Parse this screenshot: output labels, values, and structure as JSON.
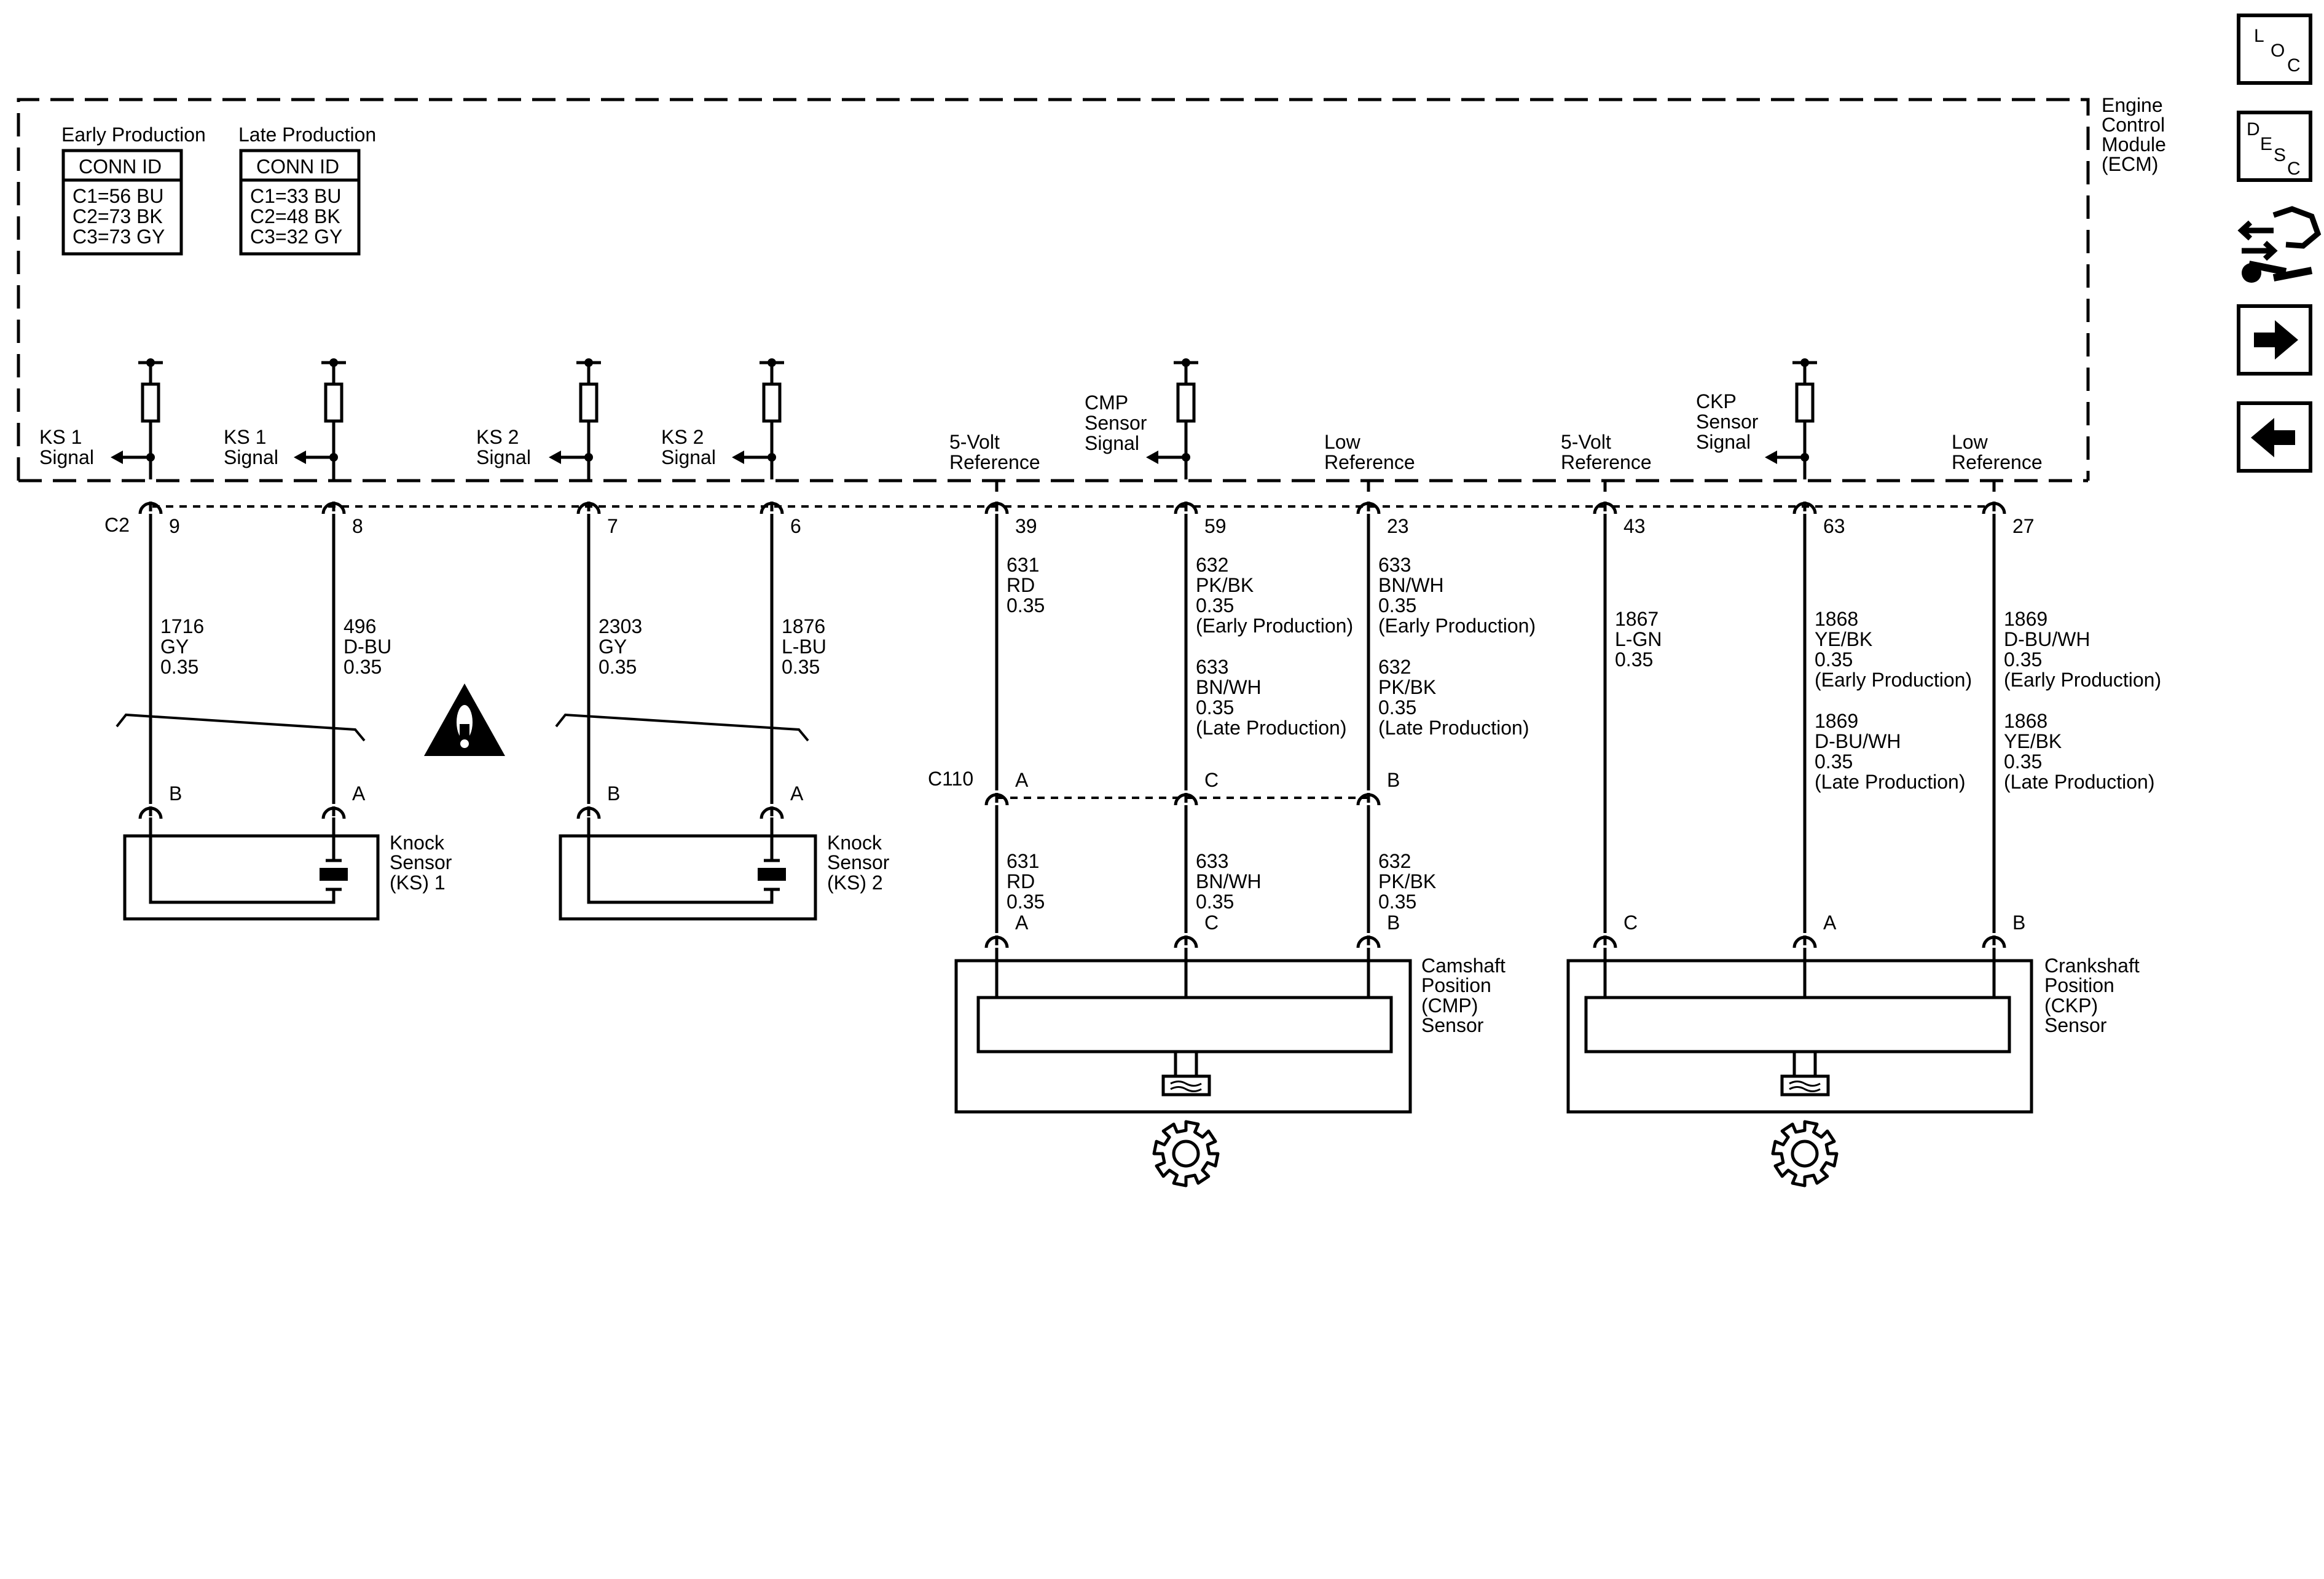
{
  "module": {
    "label_lines": [
      "Engine",
      "Control",
      "Module",
      "(ECM)"
    ]
  },
  "conn_tables": [
    {
      "title": "Early Production",
      "header": "CONN ID",
      "rows": [
        "C1=56 BU",
        "C2=73 BK",
        "C3=73 GY"
      ]
    },
    {
      "title": "Late Production",
      "header": "CONN ID",
      "rows": [
        "C1=33 BU",
        "C2=48 BK",
        "C3=32 GY"
      ]
    }
  ],
  "ecm_connector": "C2",
  "inline_connector": "C110",
  "circuits": [
    {
      "id": "ks1-signal-b",
      "signal_lines": [
        "KS 1",
        "Signal"
      ],
      "pin": "9",
      "wire_lines": [
        "1716",
        "GY",
        "0.35"
      ],
      "term": "B",
      "fuse": true
    },
    {
      "id": "ks1-signal-a",
      "signal_lines": [
        "KS 1",
        "Signal"
      ],
      "pin": "8",
      "wire_lines": [
        "496",
        "D-BU",
        "0.35"
      ],
      "term": "A",
      "fuse": true
    },
    {
      "id": "ks2-signal-b",
      "signal_lines": [
        "KS 2",
        "Signal"
      ],
      "pin": "7",
      "wire_lines": [
        "2303",
        "GY",
        "0.35"
      ],
      "term": "B",
      "fuse": true
    },
    {
      "id": "ks2-signal-a",
      "signal_lines": [
        "KS 2",
        "Signal"
      ],
      "pin": "6",
      "wire_lines": [
        "1876",
        "L-BU",
        "0.35"
      ],
      "term": "A",
      "fuse": true
    },
    {
      "id": "cmp-5v-ref",
      "signal_lines": [
        "5-Volt",
        "Reference"
      ],
      "pin": "39",
      "wire_lines": [
        "631",
        "RD",
        "0.35"
      ],
      "c110": "A",
      "wire2_lines": [
        "631",
        "RD",
        "0.35"
      ],
      "term": "A",
      "fuse": false
    },
    {
      "id": "cmp-signal",
      "signal_lines": [
        "CMP",
        "Sensor",
        "Signal"
      ],
      "pin": "59",
      "wire_lines": [
        "632",
        "PK/BK",
        "0.35",
        "(Early Production)"
      ],
      "alt_lines": [
        "633",
        "BN/WH",
        "0.35",
        "(Late Production)"
      ],
      "c110": "C",
      "wire2_lines": [
        "633",
        "BN/WH",
        "0.35"
      ],
      "term": "C",
      "fuse": true
    },
    {
      "id": "cmp-low-ref",
      "signal_lines": [
        "Low",
        "Reference"
      ],
      "pin": "23",
      "wire_lines": [
        "633",
        "BN/WH",
        "0.35",
        "(Early Production)"
      ],
      "alt_lines": [
        "632",
        "PK/BK",
        "0.35",
        "(Late Production)"
      ],
      "c110": "B",
      "wire2_lines": [
        "632",
        "PK/BK",
        "0.35"
      ],
      "term": "B",
      "fuse": false
    },
    {
      "id": "ckp-5v-ref",
      "signal_lines": [
        "5-Volt",
        "Reference"
      ],
      "pin": "43",
      "wire_lines": [
        "1867",
        "L-GN",
        "0.35"
      ],
      "term": "C",
      "fuse": false
    },
    {
      "id": "ckp-signal",
      "signal_lines": [
        "CKP",
        "Sensor",
        "Signal"
      ],
      "pin": "63",
      "wire_lines": [
        "1868",
        "YE/BK",
        "0.35",
        "(Early Production)"
      ],
      "alt_lines": [
        "1869",
        "D-BU/WH",
        "0.35",
        "(Late Production)"
      ],
      "term": "A",
      "fuse": true
    },
    {
      "id": "ckp-low-ref",
      "signal_lines": [
        "Low",
        "Reference"
      ],
      "pin": "27",
      "wire_lines": [
        "1869",
        "D-BU/WH",
        "0.35",
        "(Early Production)"
      ],
      "alt_lines": [
        "1868",
        "YE/BK",
        "0.35",
        "(Late Production)"
      ],
      "term": "B",
      "fuse": false
    }
  ],
  "sensors": [
    {
      "id": "ks1",
      "label_lines": [
        "Knock",
        "Sensor",
        "(KS) 1"
      ]
    },
    {
      "id": "ks2",
      "label_lines": [
        "Knock",
        "Sensor",
        "(KS) 2"
      ]
    },
    {
      "id": "cmp",
      "label_lines": [
        "Camshaft",
        "Position",
        "(CMP)",
        "Sensor"
      ]
    },
    {
      "id": "ckp",
      "label_lines": [
        "Crankshaft",
        "Position",
        "(CKP)",
        "Sensor"
      ]
    }
  ],
  "nav_buttons": [
    {
      "id": "loc",
      "letters": [
        "L",
        "O",
        "C"
      ],
      "icon": "loc-icon"
    },
    {
      "id": "desc",
      "letters": [
        "D",
        "E",
        "S",
        "C"
      ],
      "icon": "desc-icon"
    },
    {
      "id": "connector",
      "icon": "connector-tool-icon"
    },
    {
      "id": "next",
      "icon": "arrow-right-icon"
    },
    {
      "id": "prev",
      "icon": "arrow-left-icon"
    }
  ],
  "warning_icon": "warning-triangle-icon",
  "gear_icon": "gear-icon"
}
